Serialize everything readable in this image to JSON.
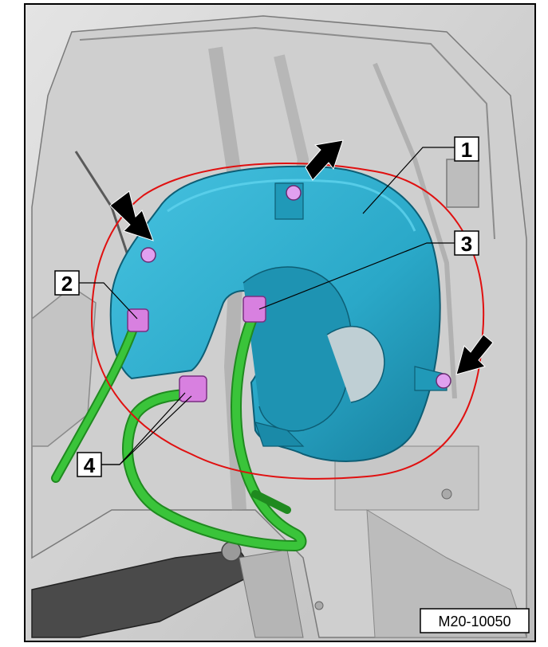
{
  "figure": {
    "callouts": [
      {
        "id": "1",
        "label": "1"
      },
      {
        "id": "2",
        "label": "2"
      },
      {
        "id": "3",
        "label": "3"
      },
      {
        "id": "4",
        "label": "4"
      }
    ],
    "reference_code": "M20-10050"
  },
  "colors": {
    "tank": "#2aa8c8",
    "tank_shadow": "#17809e",
    "hose": "#3ac43a",
    "hose_dark": "#1f8a1f",
    "clip": "#d880e0",
    "highlight_outline": "#e01010",
    "background_panel": "#d6d6d6",
    "arrow": "#000000"
  }
}
